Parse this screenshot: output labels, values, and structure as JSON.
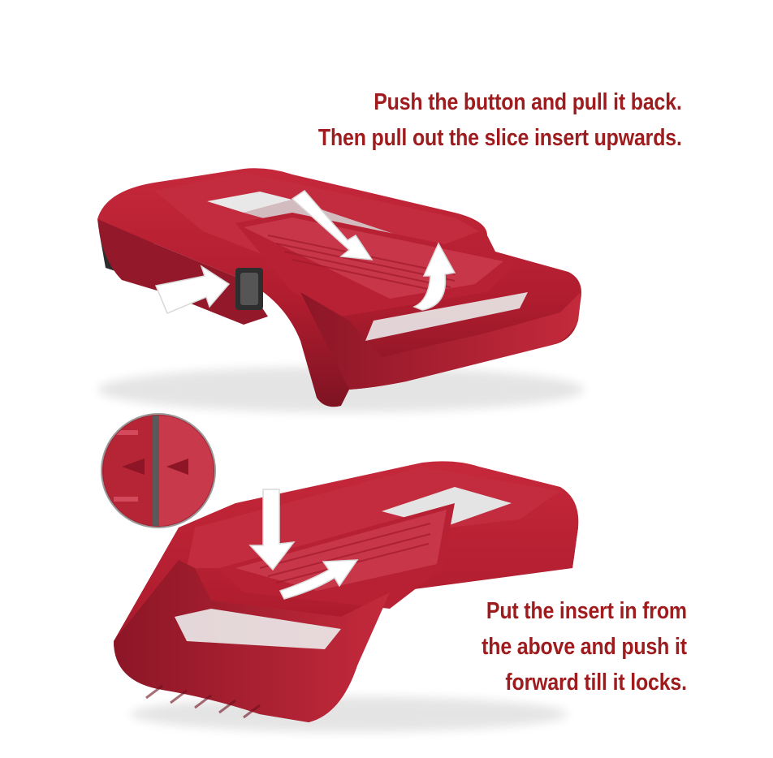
{
  "captions": {
    "top_lines": [
      "Push the button and pull it back.",
      "Then pull out the slice insert upwards."
    ],
    "bottom_lines": [
      "Put the insert in from",
      "the above and push it",
      "forward till it locks."
    ]
  },
  "colors": {
    "caption_text": "#9e1b1e",
    "slicer_body": "#b51f31",
    "slicer_dark": "#7d1322",
    "slicer_light": "#d0384a",
    "arrow": "#ffffff",
    "background": "#ffffff"
  },
  "images": {
    "top_slicer": "mandoline-slicer-insert-removal",
    "bottom_slicer": "mandoline-slicer-insert-installation",
    "detail_inset": "button-lock-closeup"
  }
}
